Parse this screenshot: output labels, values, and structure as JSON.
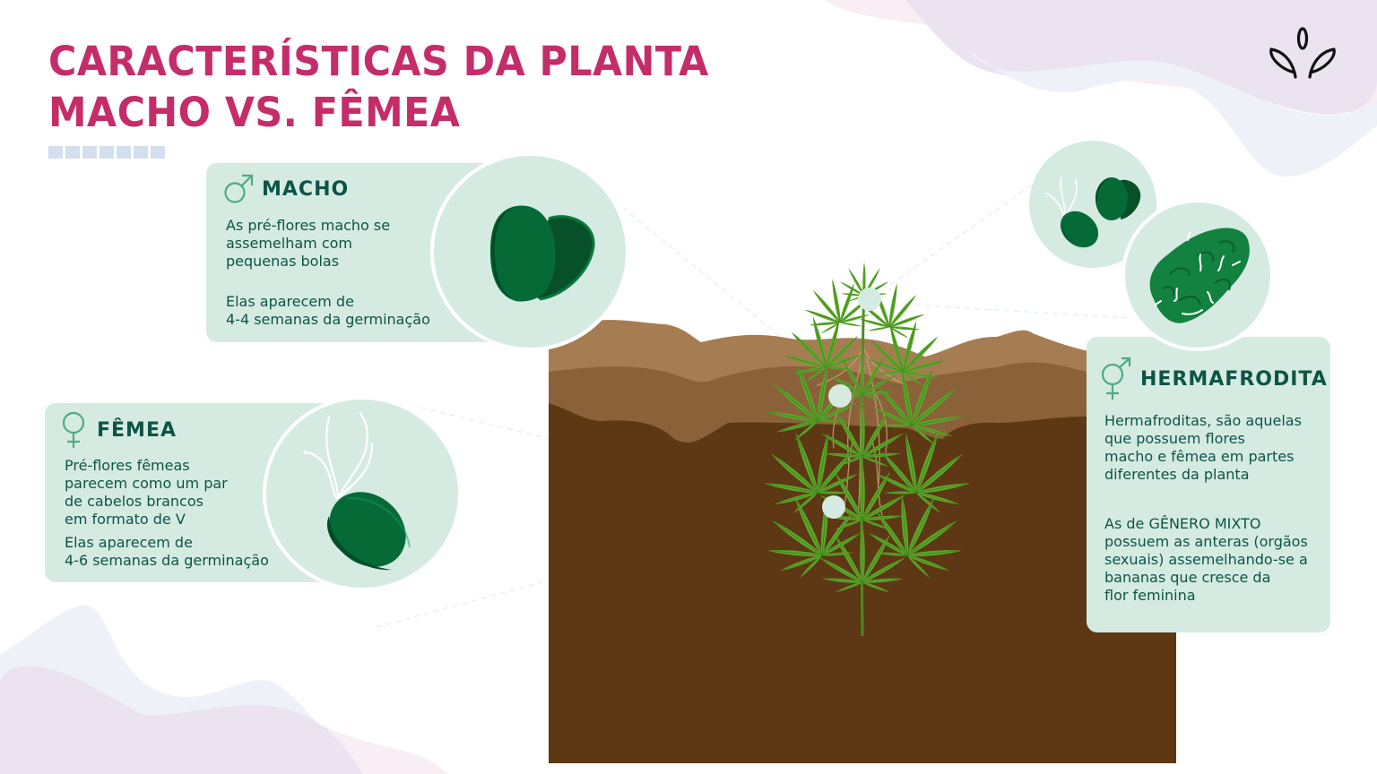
{
  "title": {
    "line1": "CARACTERÍSTICAS DA PLANTA",
    "line2": "MACHO VS. FÊMEA",
    "color": "#c42d69"
  },
  "logo": {
    "icon": "sprout-leaves-icon"
  },
  "decor": {
    "dot_count": 7,
    "dot_color": "#d3deee"
  },
  "cards": {
    "macho": {
      "symbol": "♂",
      "icon": "male-symbol-icon",
      "label": "MACHO",
      "text1_lines": [
        "As pré-flores macho se",
        "assemelham com",
        "pequenas bolas"
      ],
      "text2_lines": [
        "Elas aparecem de",
        "4-4 semanas da germinação"
      ],
      "illustration": "male-preflower-balls-icon"
    },
    "femea": {
      "symbol": "♀",
      "icon": "female-symbol-icon",
      "label": "FÊMEA",
      "text1_lines": [
        "Pré-flores fêmeas",
        "parecem como um par",
        "de cabelos brancos",
        "em formato de V"
      ],
      "text2_lines": [
        "Elas aparecem de",
        "4-6 semanas da germinação"
      ],
      "illustration": "female-preflower-pistils-icon"
    },
    "hermafrodita": {
      "symbol": "⚥",
      "icon": "hermaphrodite-symbol-icon",
      "label": "HERMAFRODITA",
      "text1_lines": [
        "Hermafroditas, são aquelas",
        "que possuem flores",
        "macho e fêmea em partes",
        "diferentes da planta"
      ],
      "text2_lines": [
        "As de GÊNERO MIXTO",
        "possuem as anteras (orgãos",
        "sexuais) assemelhando-se a",
        "bananas que cresce da",
        "flor feminina"
      ],
      "illustrations": [
        "mixed-preflowers-icon",
        "bud-with-bananas-icon"
      ]
    }
  },
  "colors": {
    "card_bg": "#d5ebe2",
    "card_text": "#0d5446",
    "symbol_color": "#4faa86",
    "pod_dark": "#07502a",
    "pod_mid": "#066a37",
    "leaf_green": "#5aa82a",
    "soil_top": "#a67c52",
    "soil_mid": "#8b6139",
    "soil_bottom": "#5e3714"
  }
}
